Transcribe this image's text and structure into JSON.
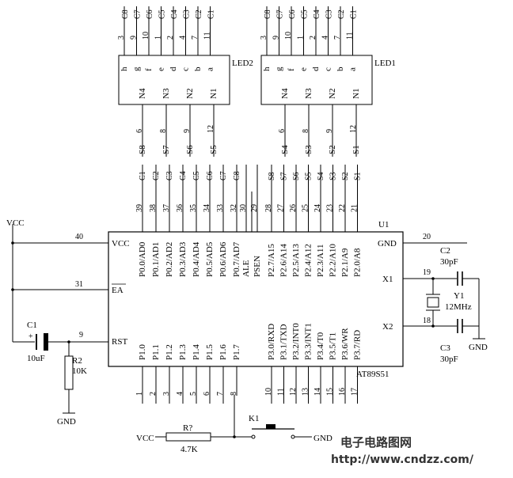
{
  "chip": {
    "name": "U1",
    "model": "AT89S51",
    "top_labels": [
      "P0.0/AD0",
      "P0.1/AD1",
      "P0.2/AD2",
      "P0.3/AD3",
      "P0.4/AD4",
      "P0.5/AD5",
      "P0.6/AD6",
      "P0.7/AD7",
      "ALE",
      "PSEN",
      "P2.7/A15",
      "P2.6/A14",
      "P2.5/A13",
      "P2.4/A12",
      "P2.3/A11",
      "P2.2/A10",
      "P2.1/A9",
      "P2.0/A8"
    ],
    "top_pins": [
      "39",
      "38",
      "37",
      "36",
      "35",
      "34",
      "33",
      "32",
      "30",
      "29",
      "28",
      "27",
      "26",
      "25",
      "24",
      "23",
      "22",
      "21"
    ],
    "top_nets": [
      "C1",
      "C2",
      "C3",
      "C4",
      "C5",
      "C6",
      "C7",
      "C8",
      "",
      "",
      "S8",
      "S7",
      "S6",
      "S5",
      "S4",
      "S3",
      "S2",
      "S1"
    ],
    "bottom_labels": [
      "P1.0",
      "P1.1",
      "P1.2",
      "P1.3",
      "P1.4",
      "P1.5",
      "P1.6",
      "P1.7",
      "P3.0/RXD",
      "P3.1/TXD",
      "P3.2/INT0",
      "P3.3/INT1",
      "P3.4/T0",
      "P3.5/T1",
      "P3.6/WR",
      "P3.7/RD"
    ],
    "bottom_pins": [
      "1",
      "2",
      "3",
      "4",
      "5",
      "6",
      "7",
      "8",
      "10",
      "11",
      "12",
      "13",
      "14",
      "15",
      "16",
      "17"
    ],
    "left_pins": [
      {
        "label": "VCC",
        "pin": "40"
      },
      {
        "label": "EA",
        "pin": "31"
      },
      {
        "label": "RST",
        "pin": "9"
      }
    ],
    "right_pins": [
      {
        "label": "GND",
        "pin": "20"
      },
      {
        "label": "X1",
        "pin": "19"
      },
      {
        "label": "X2",
        "pin": "18"
      }
    ]
  },
  "displays": [
    {
      "name": "LED2",
      "top_pins": [
        "3",
        "9",
        "10",
        "1",
        "2",
        "4",
        "7",
        "11"
      ],
      "top_nets": [
        "C8",
        "C7",
        "C6",
        "C5",
        "C4",
        "C3",
        "C2",
        "C1"
      ],
      "segments": [
        "h",
        "g",
        "f",
        "e",
        "d",
        "c",
        "b",
        "a"
      ],
      "digits": [
        "N4",
        "N3",
        "N2",
        "N1"
      ],
      "digit_pins": [
        "6",
        "8",
        "9",
        "12"
      ],
      "digit_nets": [
        "S8",
        "S7",
        "S6",
        "S5"
      ]
    },
    {
      "name": "LED1",
      "top_pins": [
        "3",
        "9",
        "10",
        "1",
        "2",
        "4",
        "7",
        "11"
      ],
      "top_nets": [
        "C8",
        "C7",
        "C6",
        "C5",
        "C4",
        "C3",
        "C2",
        "C1"
      ],
      "segments": [
        "h",
        "g",
        "f",
        "e",
        "d",
        "c",
        "b",
        "a"
      ],
      "digits": [
        "N4",
        "N3",
        "N2",
        "N1"
      ],
      "digit_pins": [
        "6",
        "8",
        "9",
        "12"
      ],
      "digit_nets": [
        "S4",
        "S3",
        "S2",
        "S1"
      ]
    }
  ],
  "parts": {
    "vcc_label": "VCC",
    "c1": {
      "name": "C1",
      "value": "10uF"
    },
    "r2": {
      "name": "R2",
      "value": "10K"
    },
    "rst_gnd": "GND",
    "c2": {
      "name": "C2",
      "value": "30pF"
    },
    "c3": {
      "name": "C3",
      "value": "30pF"
    },
    "y1": {
      "name": "Y1",
      "value": "12MHz"
    },
    "osc_gnd": "GND",
    "r7": {
      "name": "R?",
      "value": "4.7K"
    },
    "k1": "K1",
    "key_vcc": "VCC",
    "key_gnd": "GND"
  },
  "watermark": {
    "line1": "电子电路图网",
    "line2": "http://www.cndzz.com/"
  }
}
